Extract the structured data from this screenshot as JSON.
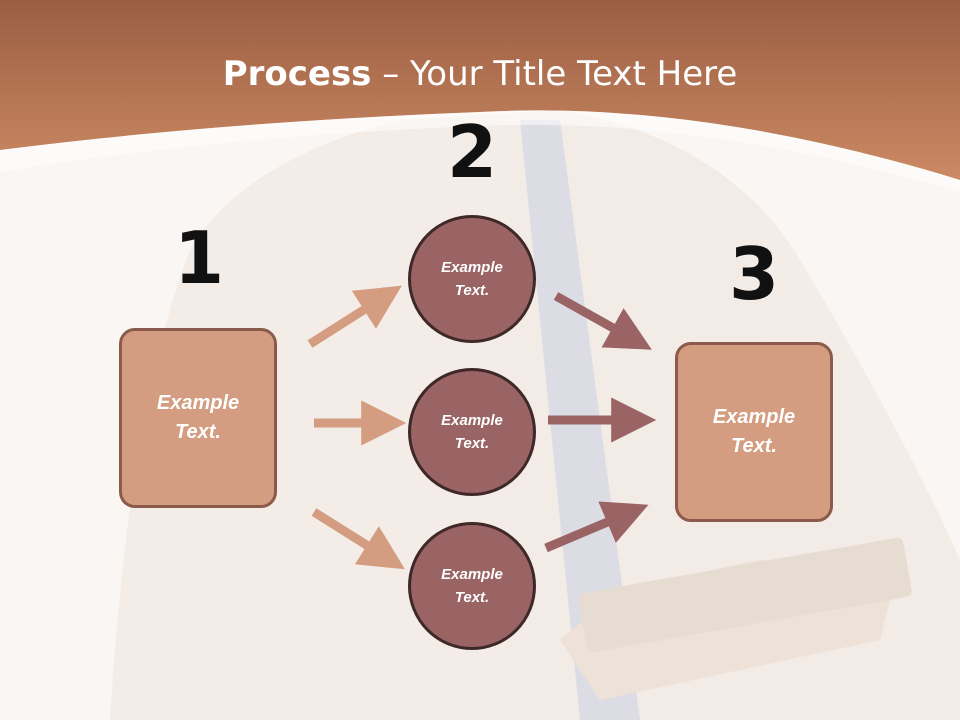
{
  "slide": {
    "title_bold": "Process",
    "title_rest": " – Your Title Text Here",
    "step_numbers": [
      "1",
      "2",
      "3"
    ],
    "left_box": {
      "line1": "Example",
      "line2": "Text."
    },
    "right_box": {
      "line1": "Example",
      "line2": "Text."
    },
    "circles": [
      {
        "line1": "Example",
        "line2": "Text."
      },
      {
        "line1": "Example",
        "line2": "Text."
      },
      {
        "line1": "Example",
        "line2": "Text."
      }
    ]
  },
  "colors": {
    "header": "#c98a66",
    "box_fill": "#d49c80",
    "box_border": "#8a5b4b",
    "circle_fill": "#9a6364",
    "circle_border": "#3e2828",
    "arrow_light": "#d49c80",
    "arrow_dark": "#9a6364"
  }
}
